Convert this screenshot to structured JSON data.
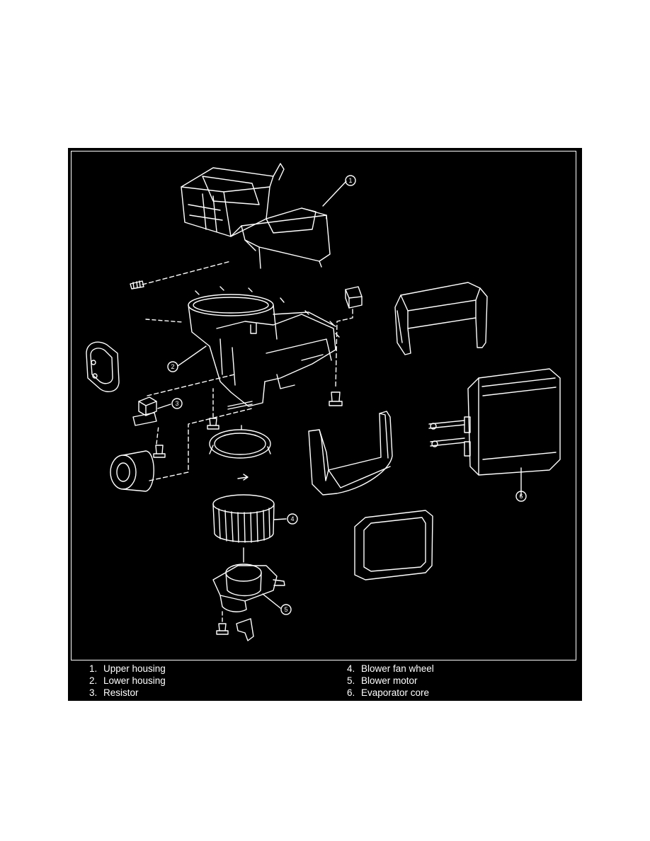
{
  "diagram": {
    "callouts": [
      {
        "id": "1",
        "label": "1"
      },
      {
        "id": "2",
        "label": "2"
      },
      {
        "id": "3",
        "label": "3"
      },
      {
        "id": "4",
        "label": "4"
      },
      {
        "id": "5",
        "label": "5"
      },
      {
        "id": "6",
        "label": "6"
      }
    ]
  },
  "legend": {
    "left": [
      {
        "num": "1.",
        "text": "Upper housing"
      },
      {
        "num": "2.",
        "text": "Lower housing"
      },
      {
        "num": "3.",
        "text": "Resistor"
      }
    ],
    "right": [
      {
        "num": "4.",
        "text": "Blower fan wheel"
      },
      {
        "num": "5.",
        "text": "Blower motor"
      },
      {
        "num": "6.",
        "text": "Evaporator core"
      }
    ]
  },
  "colors": {
    "background": "#000000",
    "line": "#ffffff",
    "page": "#ffffff"
  }
}
